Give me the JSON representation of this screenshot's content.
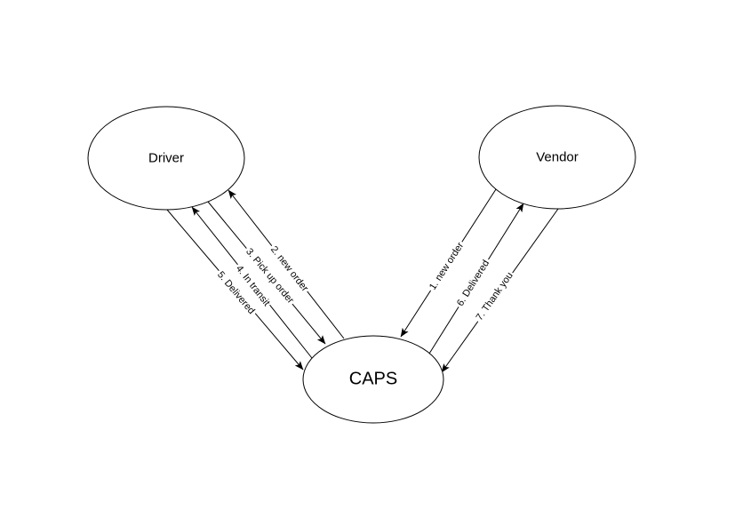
{
  "diagram": {
    "type": "data-flow-diagram",
    "colors": {
      "stroke": "#000000",
      "fill": "#ffffff",
      "text": "#000000",
      "background": "#ffffff"
    },
    "nodes": [
      {
        "id": "driver",
        "label": "Driver",
        "shape": "ellipse"
      },
      {
        "id": "vendor",
        "label": "Vendor",
        "shape": "ellipse"
      },
      {
        "id": "caps",
        "label": "CAPS",
        "shape": "ellipse"
      }
    ],
    "edges": [
      {
        "label": "1. new order",
        "from": "Vendor",
        "to": "CAPS"
      },
      {
        "label": "2. new order",
        "from": "CAPS",
        "to": "Driver"
      },
      {
        "label": "3. Pick up order",
        "from": "Driver",
        "to": "CAPS"
      },
      {
        "label": "4. In transit",
        "from": "CAPS",
        "to": "Driver"
      },
      {
        "label": "5. Delivered",
        "from": "Driver",
        "to": "CAPS"
      },
      {
        "label": "6. Delivered",
        "from": "CAPS",
        "to": "Vendor"
      },
      {
        "label": "7. Thank you",
        "from": "Vendor",
        "to": "CAPS"
      }
    ]
  }
}
